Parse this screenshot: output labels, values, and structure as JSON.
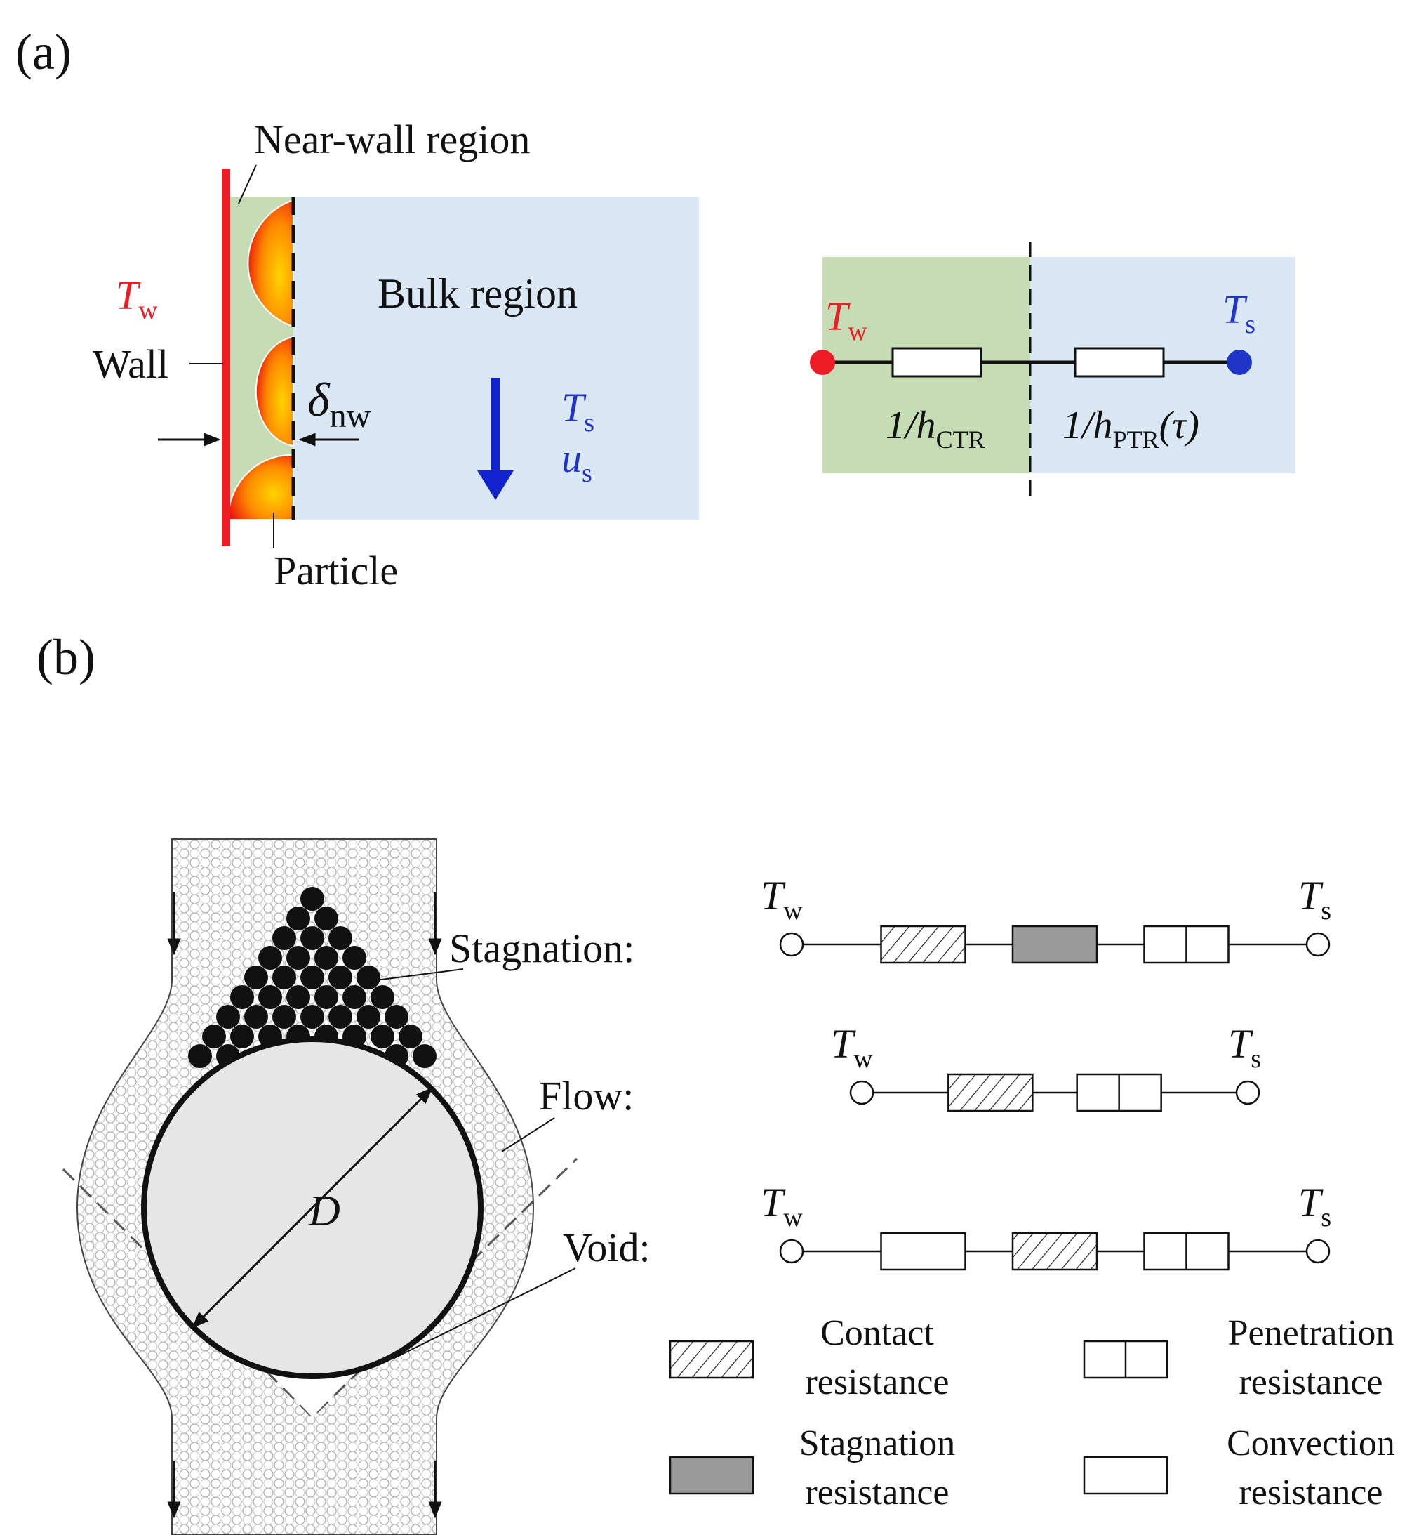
{
  "colors": {
    "wall_red": "#ee1c24",
    "near_wall_green": "#c5dcb5",
    "bulk_blue": "#dae7f5",
    "ts_blue": "#1f35c8",
    "arrow_blue": "#1123cf",
    "stagnation_gray": "#9a9a9a",
    "tube_gray": "#e6e6e6"
  },
  "panel_a": {
    "label": "(a)",
    "near_wall_region": "Near-wall region",
    "bulk_region": "Bulk region",
    "wall": "Wall",
    "particle": "Particle",
    "tw_symbol": "T",
    "tw_sub": "w",
    "delta_symbol": "δ",
    "delta_sub": "nw",
    "ts_symbol": "T",
    "ts_sub": "s",
    "us_symbol": "u",
    "us_sub": "s",
    "circuit": {
      "tw_symbol": "T",
      "tw_sub": "w",
      "ts_symbol": "T",
      "ts_sub": "s",
      "ctr_prefix": "1/h",
      "ctr_sub": "CTR",
      "ptr_prefix": "1/h",
      "ptr_sub": "PTR",
      "ptr_suffix": "(τ)"
    }
  },
  "panel_b": {
    "label": "(b)",
    "diameter": "D",
    "modes": [
      {
        "label": "Stagnation:",
        "tw_symbol": "T",
        "tw_sub": "w",
        "ts_symbol": "T",
        "ts_sub": "s",
        "elements": [
          "contact",
          "stagnation",
          "penetration"
        ]
      },
      {
        "label": "Flow:",
        "tw_symbol": "T",
        "tw_sub": "w",
        "ts_symbol": "T",
        "ts_sub": "s",
        "elements": [
          "contact",
          "penetration"
        ]
      },
      {
        "label": "Void:",
        "tw_symbol": "T",
        "tw_sub": "w",
        "ts_symbol": "T",
        "ts_sub": "s",
        "elements": [
          "convection",
          "contact",
          "penetration"
        ]
      }
    ],
    "legend": {
      "contact_1": "Contact",
      "contact_2": "resistance",
      "penetration_1": "Penetration",
      "penetration_2": "resistance",
      "stagnation_1": "Stagnation",
      "stagnation_2": "resistance",
      "convection_1": "Convection",
      "convection_2": "resistance"
    }
  }
}
